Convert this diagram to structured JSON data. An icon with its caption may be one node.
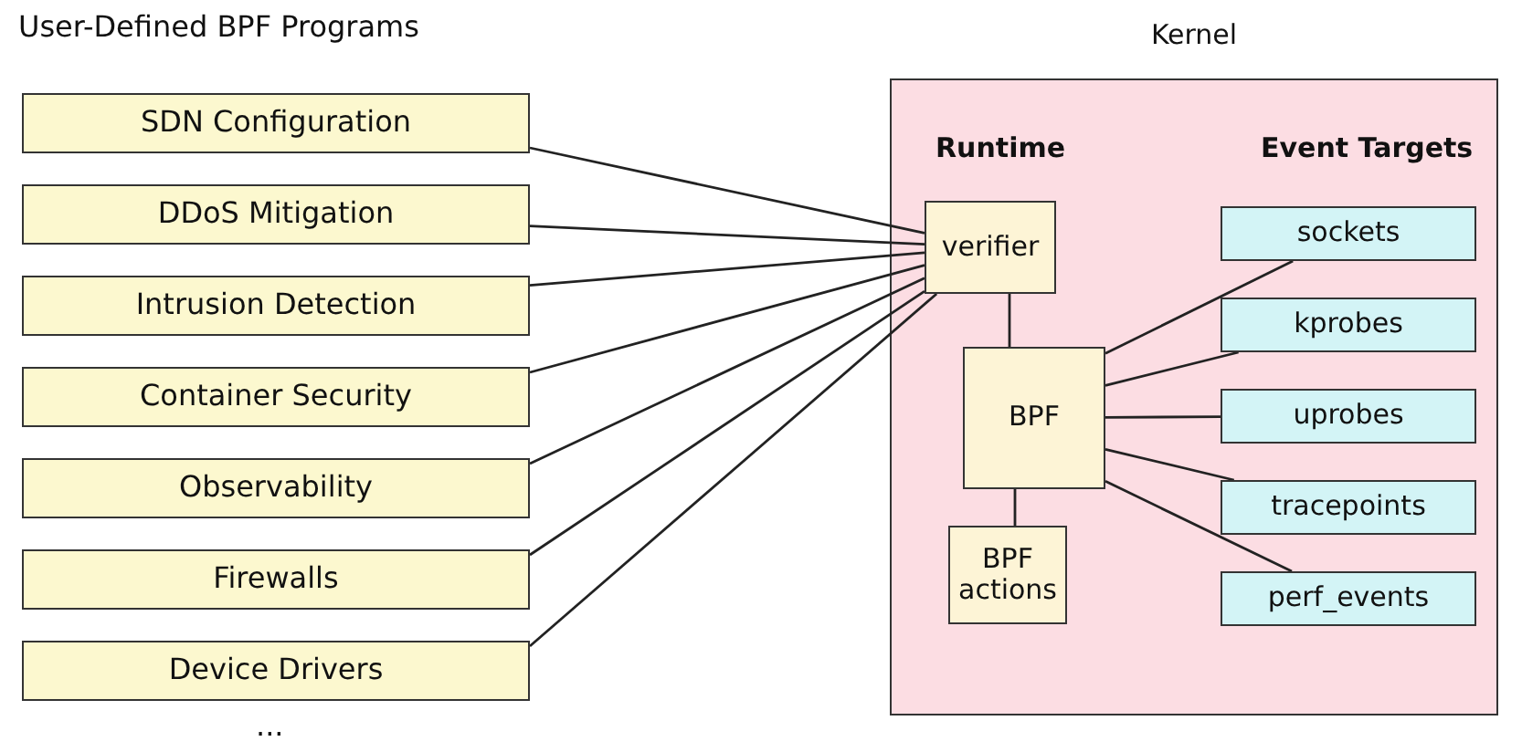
{
  "diagram": {
    "title": "User-Defined BPF Programs",
    "nodes": [
      {
        "text": [
          "SDN Configuration"
        ]
      },
      {
        "text": [
          "DDoS Mitigation"
        ]
      },
      {
        "text": [
          "Intrusion Detection"
        ]
      },
      {
        "text": [
          "Container Security"
        ]
      },
      {
        "text": [
          "Observability"
        ]
      },
      {
        "text": [
          "Firewalls"
        ]
      },
      {
        "text": [
          "Device Drivers"
        ]
      },
      {
        "text": [
          "Kernel"
        ]
      },
      {
        "text": [
          "verifier"
        ],
        "in": 7
      },
      {
        "text": [
          "BPF"
        ],
        "in": 7
      },
      {
        "text": [
          "BPF actions"
        ],
        "in": 7
      },
      {
        "text": [
          "sockets"
        ],
        "in": 7
      },
      {
        "text": [
          "kprobes"
        ],
        "in": 7
      },
      {
        "text": [
          "uprobes"
        ],
        "in": 7
      },
      {
        "text": [
          "tracepoints"
        ],
        "in": 7
      },
      {
        "text": [
          "perf_events"
        ],
        "in": 7
      }
    ],
    "edges": [
      {
        "from": 0,
        "to": 8,
        "arrow": "none"
      },
      {
        "from": 1,
        "to": 8,
        "arrow": "none"
      },
      {
        "from": 2,
        "to": 8,
        "arrow": "none"
      },
      {
        "from": 3,
        "to": 8,
        "arrow": "none"
      },
      {
        "from": 4,
        "to": 8,
        "arrow": "none"
      },
      {
        "from": 5,
        "to": 8,
        "arrow": "none"
      },
      {
        "from": 6,
        "to": 8,
        "arrow": "none"
      },
      {
        "from": 8,
        "to": 9,
        "arrow": "none"
      },
      {
        "from": 9,
        "to": 10,
        "arrow": "none"
      },
      {
        "from": 9,
        "to": 11,
        "arrow": "none"
      },
      {
        "from": 9,
        "to": 12,
        "arrow": "none"
      },
      {
        "from": 9,
        "to": 13,
        "arrow": "none"
      },
      {
        "from": 9,
        "to": 14,
        "arrow": "none"
      },
      {
        "from": 9,
        "to": 15,
        "arrow": "none"
      }
    ],
    "labels": [
      "Runtime",
      "Event Targets",
      "..."
    ]
  }
}
